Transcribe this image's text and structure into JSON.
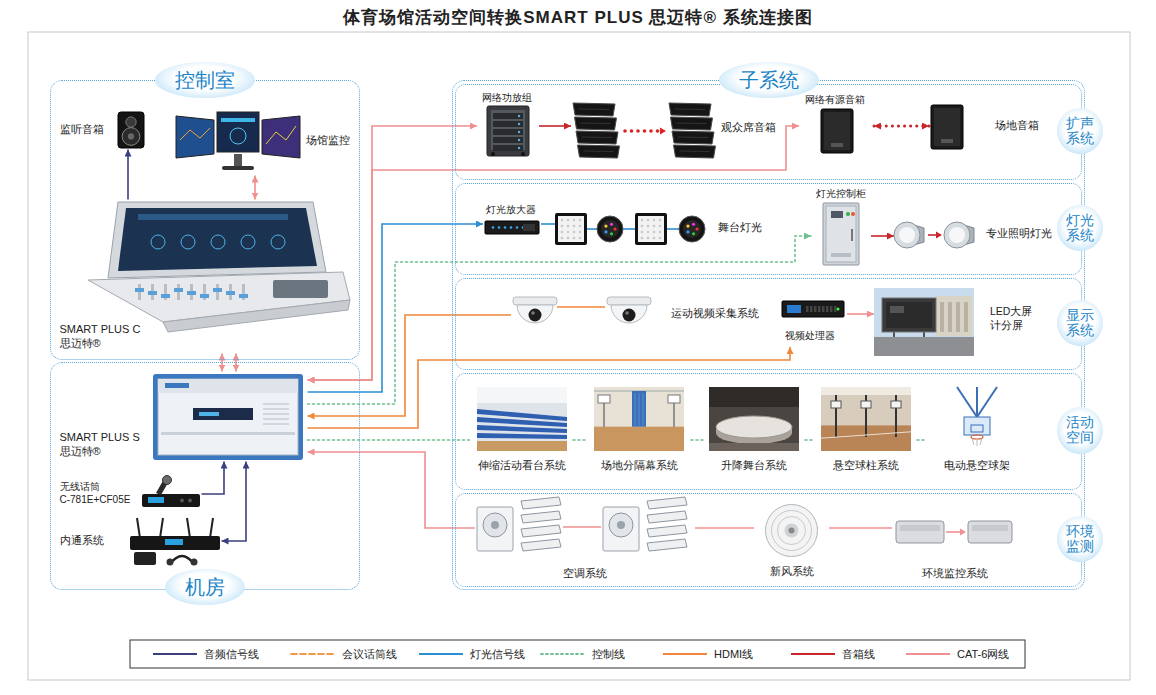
{
  "diagram": {
    "title": "体育场馆活动空间转换SMART PLUS 思迈特® 系统连接图",
    "nodes": [
      {
        "text": [
          "控制室"
        ]
      },
      {
        "text": [
          "监听音箱"
        ],
        "in": 0
      },
      {
        "text": [
          "场馆监控"
        ],
        "in": 0
      },
      {
        "text": [
          "SMART PLUS C 思迈特®"
        ],
        "in": 0
      },
      {
        "text": [
          "子系统"
        ]
      },
      {
        "text": [
          "扩声系统"
        ],
        "in": 4
      },
      {
        "text": [
          "网络功放组"
        ],
        "in": 5
      },
      {
        "text": [
          "观众席音箱"
        ],
        "in": 5
      },
      {
        "text": [
          "网络有源音箱"
        ],
        "in": 5
      },
      {
        "text": [
          "场地音箱"
        ],
        "in": 5
      },
      {
        "text": [
          "灯光系统"
        ],
        "in": 4
      },
      {
        "text": [
          "灯光放大器"
        ],
        "in": 10
      },
      {
        "text": [
          "舞台灯光"
        ],
        "in": 10
      },
      {
        "text": [
          "灯光控制柜"
        ],
        "in": 10
      },
      {
        "text": [
          "专业照明灯光"
        ],
        "in": 10
      },
      {
        "text": [
          "显示系统"
        ],
        "in": 4
      },
      {
        "text": [
          "运动视频采集系统"
        ],
        "in": 15
      },
      {
        "text": [
          "视频处理器"
        ],
        "in": 15
      },
      {
        "text": [
          "LED大屏 计分屏"
        ],
        "in": 15
      },
      {
        "text": [
          "活动空间"
        ],
        "in": 4
      },
      {
        "text": [
          "伸缩活动看台系统"
        ],
        "in": 19
      },
      {
        "text": [
          "场地分隔幕系统"
        ],
        "in": 19
      },
      {
        "text": [
          "升降舞台系统"
        ],
        "in": 19
      },
      {
        "text": [
          "悬空球柱系统"
        ],
        "in": 19
      },
      {
        "text": [
          "电动悬空球架"
        ],
        "in": 19
      },
      {
        "text": [
          "环境监测"
        ],
        "in": 4
      },
      {
        "text": [
          "空调系统"
        ],
        "in": 25
      },
      {
        "text": [
          "新风系统"
        ],
        "in": 25
      },
      {
        "text": [
          "环境监控系统"
        ],
        "in": 25
      },
      {
        "text": [
          "机房"
        ]
      },
      {
        "text": [
          "SMART PLUS S 思迈特®"
        ],
        "in": 29
      },
      {
        "text": [
          "无线话筒 C-781E+CF05E"
        ],
        "in": 29
      },
      {
        "text": [
          "内通系统"
        ],
        "in": 29
      }
    ],
    "edges": [
      {
        "from": 3,
        "to": 1,
        "arrow": "to"
      },
      {
        "from": 2,
        "to": 3,
        "arrow": "both"
      },
      {
        "from": 3,
        "to": 30,
        "arrow": "both"
      },
      {
        "from": 30,
        "to": 6,
        "arrow": "both"
      },
      {
        "from": 6,
        "to": 7,
        "arrow": "to"
      },
      {
        "from": 30,
        "to": 8,
        "arrow": "both"
      },
      {
        "from": 8,
        "to": 9,
        "arrow": "both"
      },
      {
        "from": 30,
        "to": 11,
        "arrow": "to"
      },
      {
        "from": 11,
        "to": 12,
        "arrow": "none"
      },
      {
        "from": 30,
        "to": 13,
        "arrow": "to"
      },
      {
        "from": 13,
        "to": 14,
        "arrow": "to"
      },
      {
        "from": 16,
        "to": 30,
        "arrow": "to"
      },
      {
        "from": 30,
        "to": 17,
        "arrow": "to"
      },
      {
        "from": 17,
        "to": 18,
        "arrow": "to"
      },
      {
        "from": 30,
        "to": 20,
        "arrow": "none"
      },
      {
        "from": 20,
        "to": 21,
        "arrow": "none"
      },
      {
        "from": 21,
        "to": 22,
        "arrow": "none"
      },
      {
        "from": 22,
        "to": 23,
        "arrow": "none"
      },
      {
        "from": 23,
        "to": 24,
        "arrow": "none"
      },
      {
        "from": 26,
        "to": 30,
        "arrow": "to"
      },
      {
        "from": 26,
        "to": 27,
        "arrow": "none"
      },
      {
        "from": 27,
        "to": 28,
        "arrow": "none"
      },
      {
        "from": 31,
        "to": 30,
        "arrow": "to"
      },
      {
        "from": 32,
        "to": 30,
        "arrow": "both"
      }
    ],
    "legend": [
      {
        "text": "音频信号线"
      },
      {
        "text": "会议话筒线"
      },
      {
        "text": "灯光信号线"
      },
      {
        "text": "控制线"
      },
      {
        "text": "HDMI线"
      },
      {
        "text": "音箱线"
      },
      {
        "text": "CAT-6网线"
      }
    ]
  }
}
